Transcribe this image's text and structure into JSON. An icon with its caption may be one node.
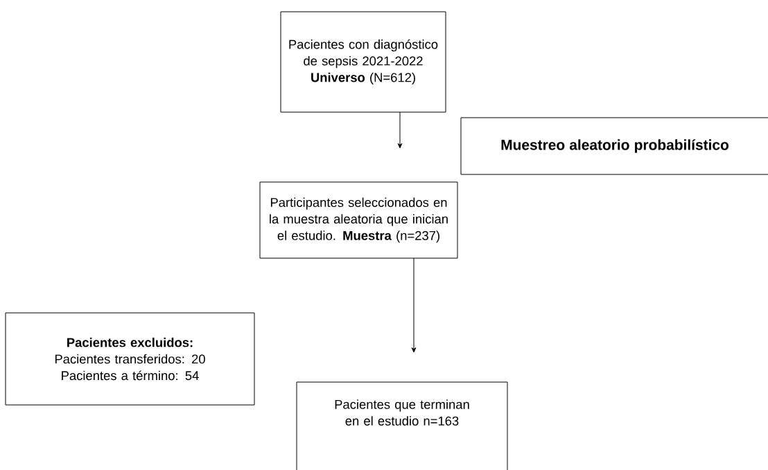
{
  "diagram": {
    "nodes": [
      {
        "text": [
          "Pacientes con diagnóstico de sepsis 2021-2022 **Universo** (N=612)"
        ]
      },
      {
        "text": [
          "Muestreo aleatorio probabilístico"
        ]
      },
      {
        "text": [
          "Participantes seleccionados en la muestra aleatoria que inician el estudio. **Muestra** (n=237)"
        ]
      },
      {
        "text": [
          "Pacientes excluidos:",
          "Pacientes transferidos: 20",
          "Pacientes a término: 54"
        ]
      },
      {
        "text": [
          "Pacientes que terminan en el estudio n=163"
        ]
      }
    ],
    "edges": [
      {
        "from": 0,
        "to": null,
        "arrow": "to"
      },
      {
        "from": 2,
        "to": null,
        "arrow": "to"
      }
    ]
  }
}
